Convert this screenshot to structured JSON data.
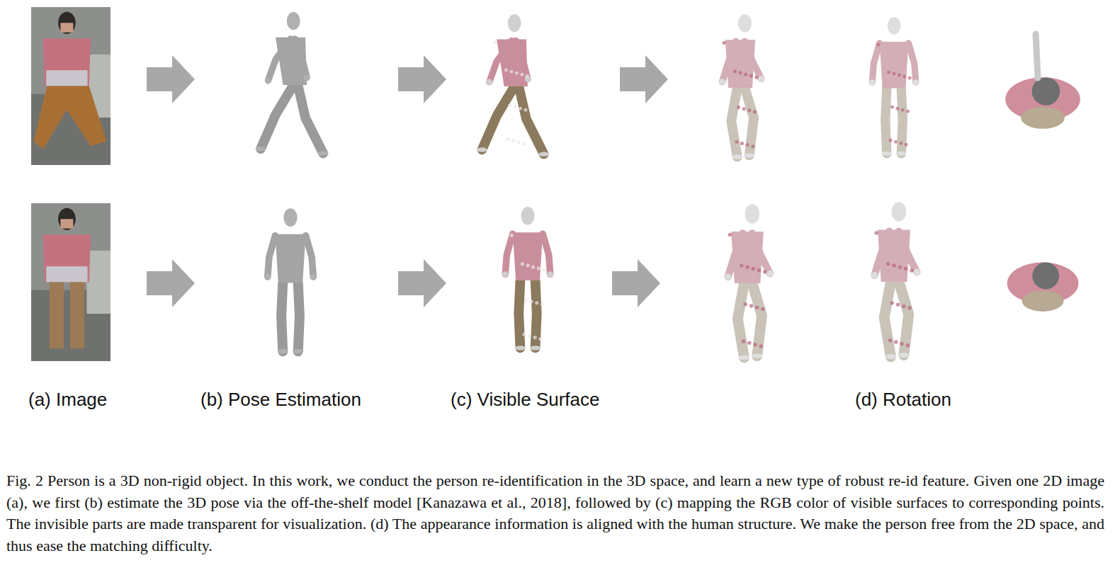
{
  "diagram": {
    "caption": "Fig. 2 Person is a 3D non-rigid object. In this work, we conduct the person re-identification in the 3D space, and learn a new type of robust re-id feature. Given one 2D image (a), we first (b) estimate the 3D pose via the off-the-shelf model [Kanazawa et al., 2018], followed by (c) mapping the RGB color of visible surfaces to corresponding points. The invisible parts are made transparent for visualization. (d) The appearance information is aligned with the human structure. We make the person free from the 2D space, and thus ease the matching difficulty.",
    "labels": [
      "(a) Image",
      "(b) Pose Estimation",
      "(c) Visible Surface",
      "(d) Rotation"
    ]
  }
}
